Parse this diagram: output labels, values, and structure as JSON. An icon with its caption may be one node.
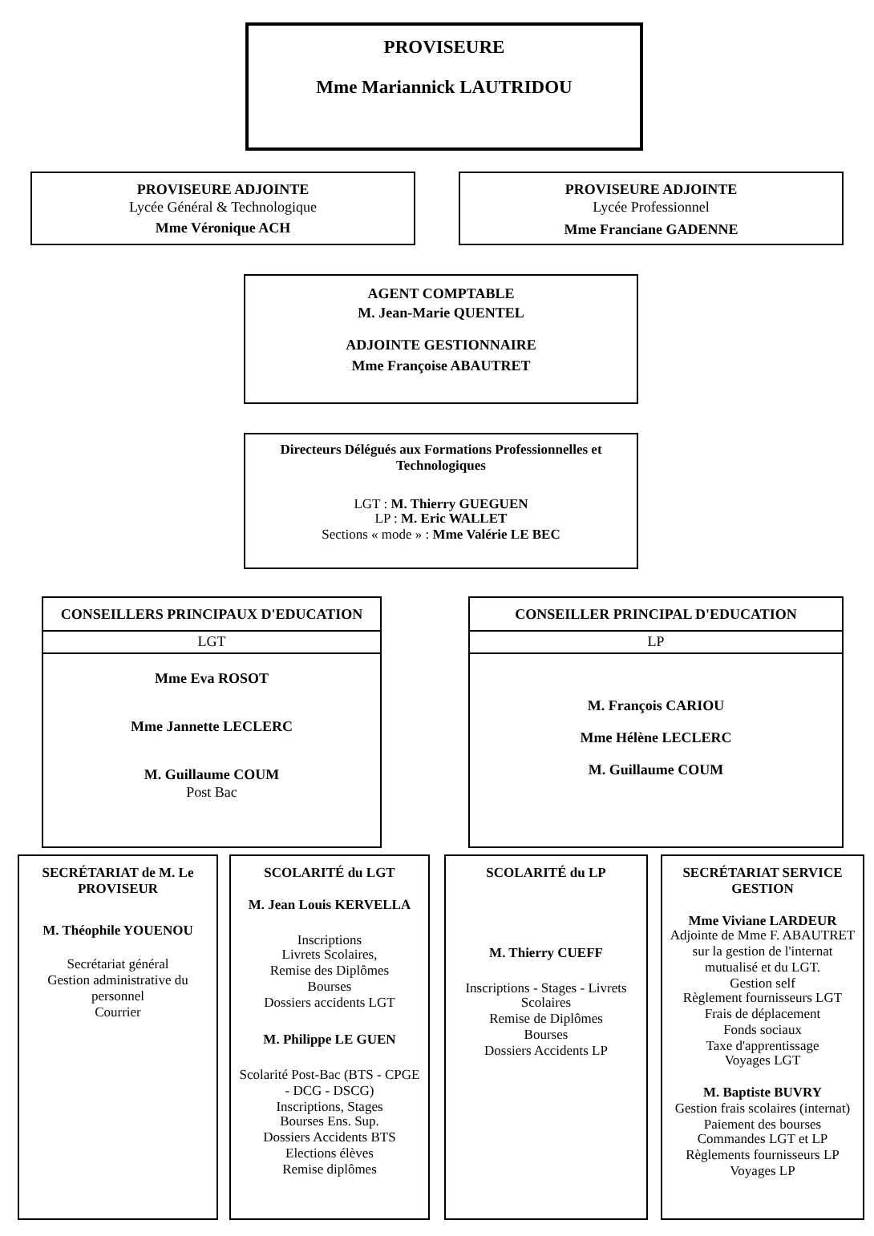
{
  "diagram": {
    "nodes": [
      {
        "text": [
          "PROVISEURE",
          "Mme Mariannick LAUTRIDOU"
        ]
      },
      {
        "text": [
          "PROVISEURE ADJOINTE",
          "Lycée Général & Technologique",
          "Mme Véronique ACH"
        ]
      },
      {
        "text": [
          "PROVISEURE ADJOINTE",
          "Lycée Professionnel",
          "Mme Franciane GADENNE"
        ]
      },
      {
        "text": [
          "AGENT COMPTABLE",
          "M. Jean-Marie QUENTEL",
          "ADJOINTE GESTIONNAIRE",
          "Mme Françoise ABAUTRET"
        ]
      },
      {
        "text": [
          "Directeurs Délégués aux Formations Professionnelles et Technologiques",
          "LGT : **M. Thierry GUEGUEN**",
          "LP : **M. Eric WALLET**",
          "Sections « mode » : **Mme Valérie LE BEC**"
        ]
      },
      {
        "text": [
          "CONSEILLERS PRINCIPAUX D'EDUCATION",
          "LGT",
          "Mme Eva ROSOT",
          "Mme Jannette LECLERC",
          "M. Guillaume COUM",
          "Post Bac"
        ]
      },
      {
        "text": [
          "CONSEILLER PRINCIPAL D'EDUCATION",
          "LP",
          "M. François CARIOU",
          "Mme Hélène LECLERC",
          "M. Guillaume COUM"
        ]
      },
      {
        "text": [
          "SECRÉTARIAT de M. Le PROVISEUR",
          "M. Théophile YOUENOU",
          "Secrétariat général",
          "Gestion administrative du personnel",
          "Courrier"
        ]
      },
      {
        "text": [
          "SCOLARITÉ du LGT",
          "M. Jean Louis KERVELLA",
          "Inscriptions",
          "Livrets Scolaires,",
          "Remise des Diplômes",
          "Bourses",
          "Dossiers accidents LGT",
          "M. Philippe LE GUEN",
          "Scolarité Post-Bac (BTS - CPGE - DCG - DSCG)",
          "Inscriptions, Stages",
          "Bourses Ens. Sup.",
          "Dossiers Accidents BTS",
          "Elections élèves",
          "Remise diplômes"
        ]
      },
      {
        "text": [
          "SCOLARITÉ du LP",
          "M. Thierry CUEFF",
          "Inscriptions - Stages - Livrets Scolaires",
          "Remise de Diplômes",
          "Bourses",
          "Dossiers Accidents LP"
        ]
      },
      {
        "text": [
          "SECRÉTARIAT SERVICE GESTION",
          "Mme Viviane LARDEUR",
          "Adjointe de Mme F. ABAUTRET sur la gestion de l'internat mutualisé et du LGT.",
          "Gestion self",
          "Règlement fournisseurs LGT",
          "Frais de déplacement",
          "Fonds sociaux",
          "Taxe d'apprentissage",
          "Voyages LGT",
          "M. Baptiste BUVRY",
          "Gestion frais scolaires (internat)",
          "Paiement des bourses",
          "Commandes LGT et LP",
          "Règlements fournisseurs LP",
          "Voyages LP"
        ]
      }
    ]
  }
}
